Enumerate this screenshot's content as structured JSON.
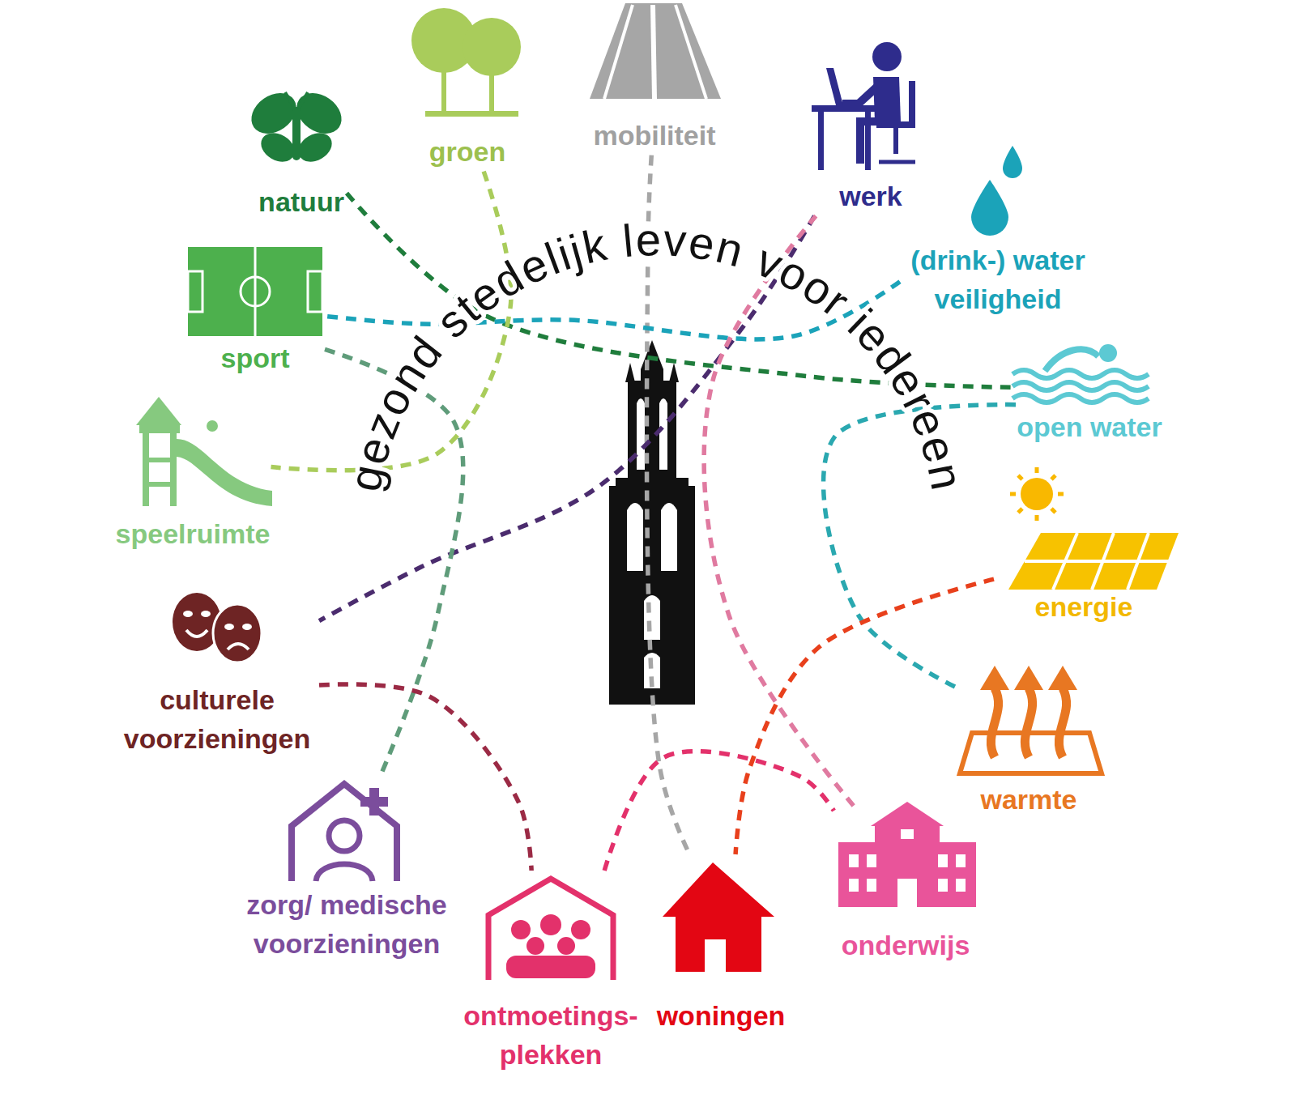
{
  "diagram": {
    "title": "gezond stedelijk leven voor iedereen",
    "nodes": [
      {
        "text": [
          "natuur"
        ]
      },
      {
        "text": [
          "groen"
        ]
      },
      {
        "text": [
          "mobiliteit"
        ]
      },
      {
        "text": [
          "werk"
        ]
      },
      {
        "text": [
          "(drink-) water veiligheid"
        ]
      },
      {
        "text": [
          "sport"
        ]
      },
      {
        "text": [
          "open water"
        ]
      },
      {
        "text": [
          "speelruimte"
        ]
      },
      {
        "text": [
          "energie"
        ]
      },
      {
        "text": [
          "culturele voorzieningen"
        ]
      },
      {
        "text": [
          "warmte"
        ]
      },
      {
        "text": [
          "zorg/ medische voorzieningen"
        ]
      },
      {
        "text": [
          "ontmoetings- plekken"
        ]
      },
      {
        "text": [
          "woningen"
        ]
      },
      {
        "text": [
          "onderwijs"
        ]
      }
    ],
    "edges": [
      {
        "from": 0,
        "to": 6,
        "arrow": "none"
      },
      {
        "from": 1,
        "to": 7,
        "arrow": "none"
      },
      {
        "from": 2,
        "to": 13,
        "arrow": "none"
      },
      {
        "from": 3,
        "to": 9,
        "arrow": "none"
      },
      {
        "from": 4,
        "to": 5,
        "arrow": "none"
      },
      {
        "from": 5,
        "to": 11,
        "arrow": "none"
      },
      {
        "from": 6,
        "to": 10,
        "arrow": "none"
      },
      {
        "from": 8,
        "to": 13,
        "arrow": "none"
      },
      {
        "from": 9,
        "to": 12,
        "arrow": "none"
      },
      {
        "from": 12,
        "to": 14,
        "arrow": "none"
      },
      {
        "from": 14,
        "to": 3,
        "arrow": "none"
      }
    ]
  }
}
